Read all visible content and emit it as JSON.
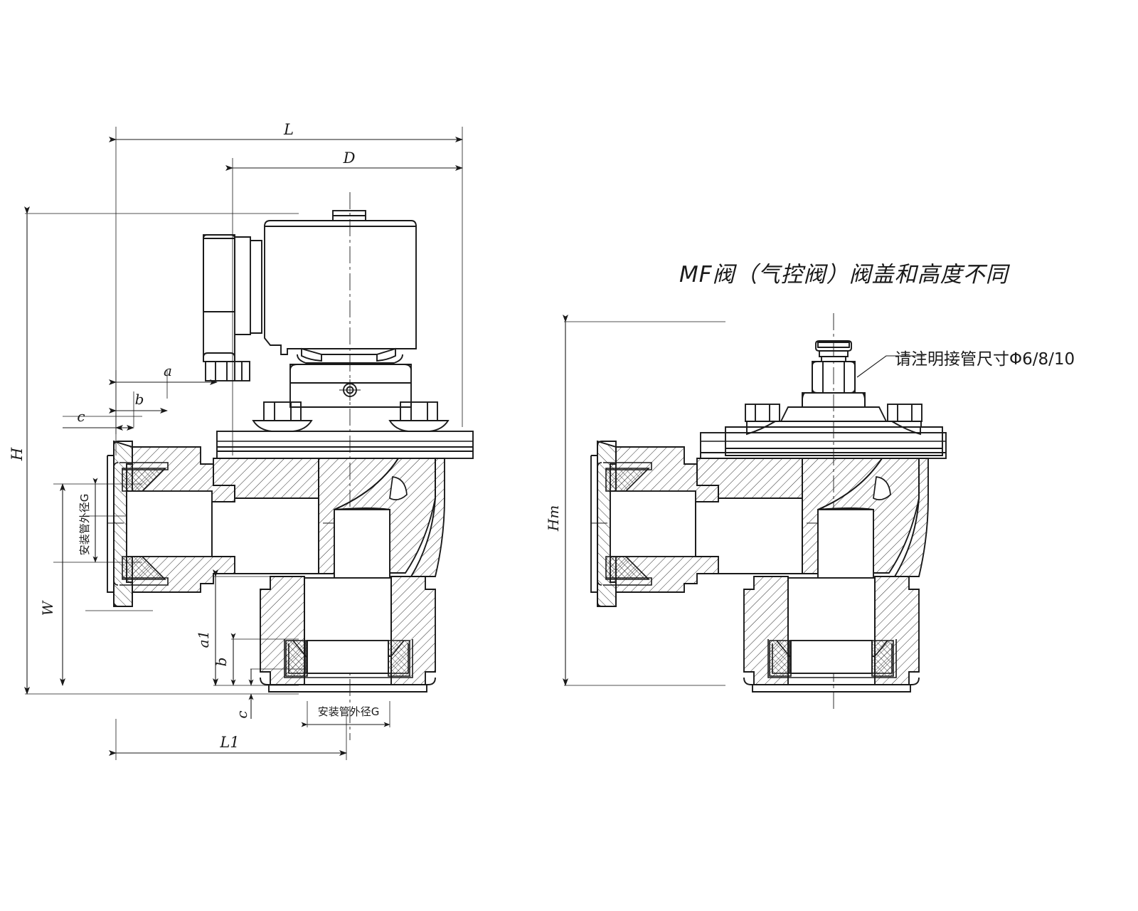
{
  "drawing": {
    "kind": "technical-engineering-drawing",
    "description": "Cross-section assembly drawing of a pulse solenoid valve (right-angle type) shown in two variants",
    "line_color": "#1a1a1a",
    "background_color": "#ffffff",
    "hatch_color": "#1a1a1a"
  },
  "annotations": {
    "title_note": "MF阀（气控阀）阀盖和高度不同",
    "fitting_note": "请注明接管尺寸Φ6/8/10"
  },
  "left_view": {
    "name": "solenoid-pulse-valve-section",
    "dimensions": {
      "overall_length": "L",
      "coil_offset_length": "D",
      "overall_height": "H",
      "inlet_height": "W",
      "base_length": "L1",
      "inlet_a": "a",
      "inlet_b": "b",
      "inlet_c": "c",
      "outlet_a1": "a1",
      "outlet_b": "b",
      "outlet_c": "c",
      "inlet_pipe_od": "安装管外径G",
      "outlet_pipe_od": "安装管外径G"
    }
  },
  "right_view": {
    "name": "pneumatic-mf-valve-section",
    "dimensions": {
      "overall_height": "Hm"
    }
  }
}
